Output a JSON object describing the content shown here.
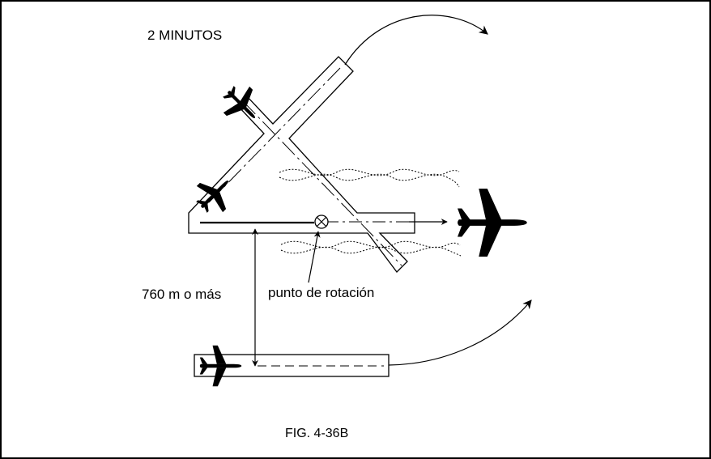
{
  "labels": {
    "time": "2 MINUTOS",
    "distance": "760 m o más",
    "rotation_point": "punto de rotación",
    "caption": "FIG. 4-36B"
  },
  "colors": {
    "ink": "#000000",
    "background": "#ffffff"
  },
  "icons": [
    "airplane-icon",
    "rotation-point-icon",
    "arrow-icon"
  ]
}
